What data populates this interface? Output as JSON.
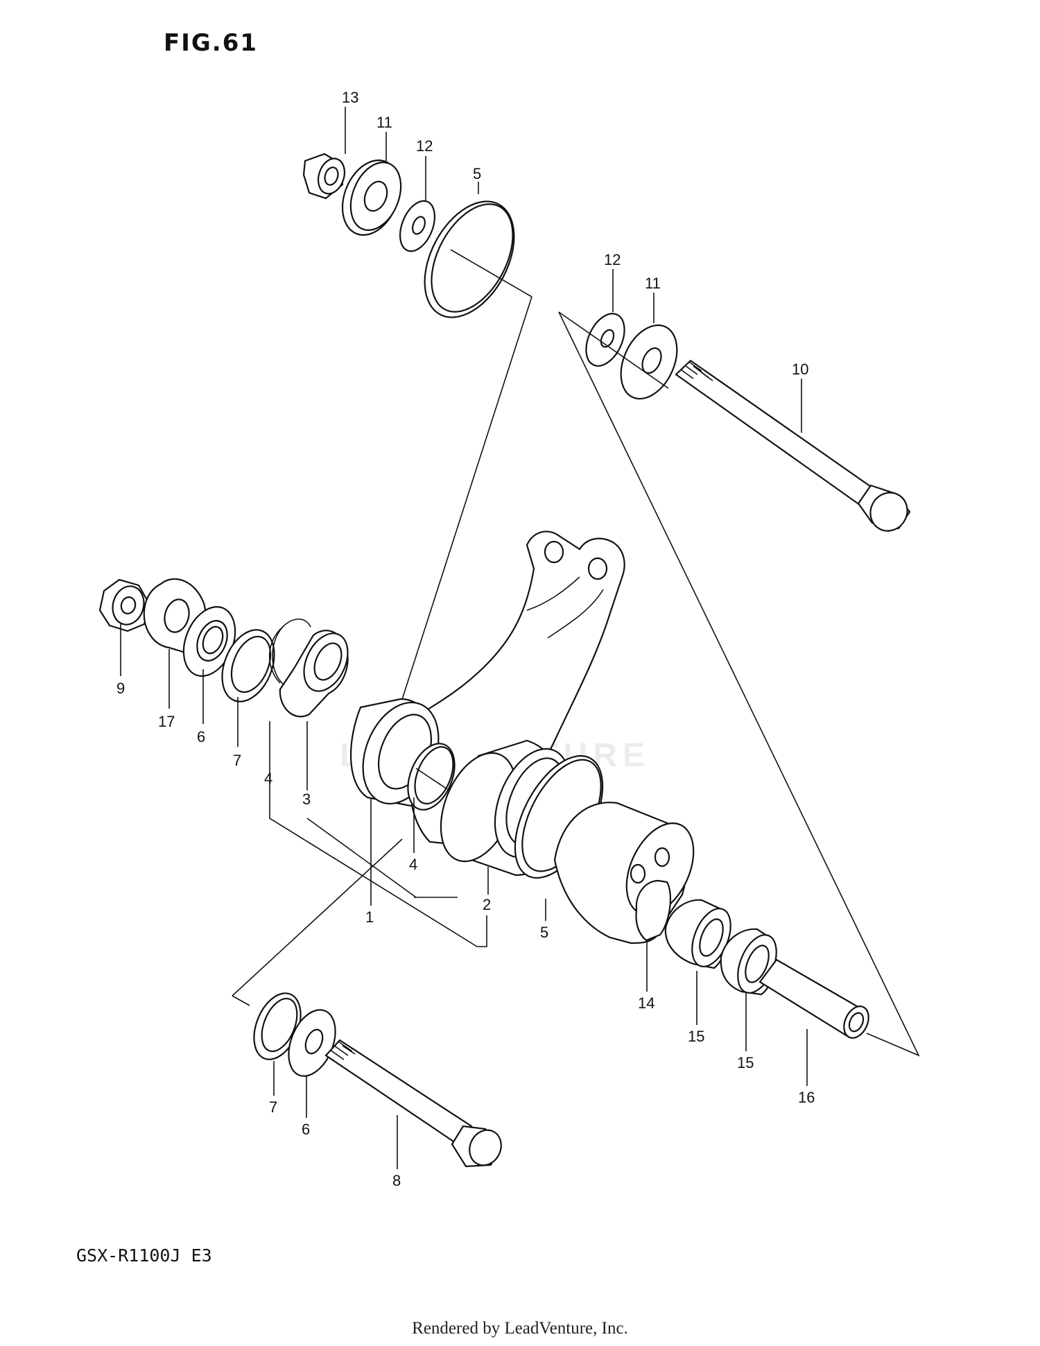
{
  "figure": {
    "title": "FIG.61"
  },
  "model": {
    "code": "GSX-R1100J E3"
  },
  "footer": {
    "credit": "Rendered by LeadVenture, Inc."
  },
  "watermark": {
    "text": "LEADVENTURE"
  },
  "callouts": [
    {
      "id": "c13a",
      "text": "13"
    },
    {
      "id": "c11a",
      "text": "11"
    },
    {
      "id": "c12a",
      "text": "12"
    },
    {
      "id": "c5a",
      "text": "5"
    },
    {
      "id": "c12b",
      "text": "12"
    },
    {
      "id": "c11b",
      "text": "11"
    },
    {
      "id": "c10",
      "text": "10"
    },
    {
      "id": "c9",
      "text": "9"
    },
    {
      "id": "c17",
      "text": "17"
    },
    {
      "id": "c6a",
      "text": "6"
    },
    {
      "id": "c7a",
      "text": "7"
    },
    {
      "id": "c4a",
      "text": "4"
    },
    {
      "id": "c3",
      "text": "3"
    },
    {
      "id": "c4b",
      "text": "4"
    },
    {
      "id": "c1",
      "text": "1"
    },
    {
      "id": "c2",
      "text": "2"
    },
    {
      "id": "c5b",
      "text": "5"
    },
    {
      "id": "c14",
      "text": "14"
    },
    {
      "id": "c15a",
      "text": "15"
    },
    {
      "id": "c15b",
      "text": "15"
    },
    {
      "id": "c16",
      "text": "16"
    },
    {
      "id": "c7b",
      "text": "7"
    },
    {
      "id": "c6b",
      "text": "6"
    },
    {
      "id": "c8",
      "text": "8"
    }
  ]
}
